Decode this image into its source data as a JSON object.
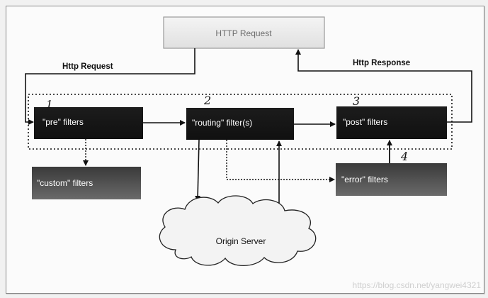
{
  "boxes": {
    "http_request": "HTTP Request",
    "pre": "\"pre\" filters",
    "routing": "\"routing\" filter(s)",
    "post": "\"post\" filters",
    "custom": "\"custom\" filters",
    "error": "\"error\" filters",
    "origin": "Origin Server"
  },
  "edge_labels": {
    "request": "Http Request",
    "response": "Http Response"
  },
  "step_numbers": {
    "pre": "1",
    "routing": "2",
    "post": "3",
    "error": "4"
  },
  "watermark": "https://blog.csdn.net/yangwei4321"
}
